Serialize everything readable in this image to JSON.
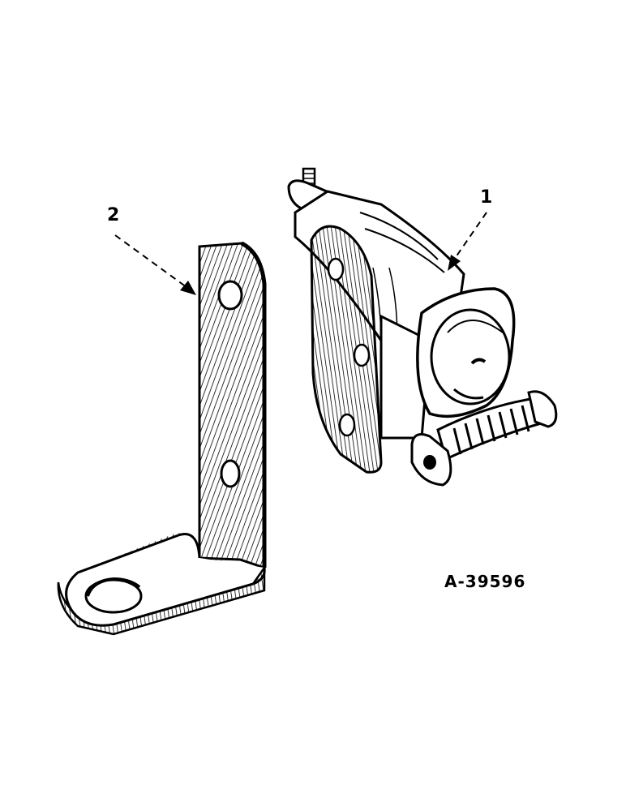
{
  "diagram": {
    "callouts": [
      {
        "number": "1",
        "part": "unit-assembly"
      },
      {
        "number": "2",
        "part": "bracket"
      }
    ],
    "figure_code": "A-39596"
  }
}
